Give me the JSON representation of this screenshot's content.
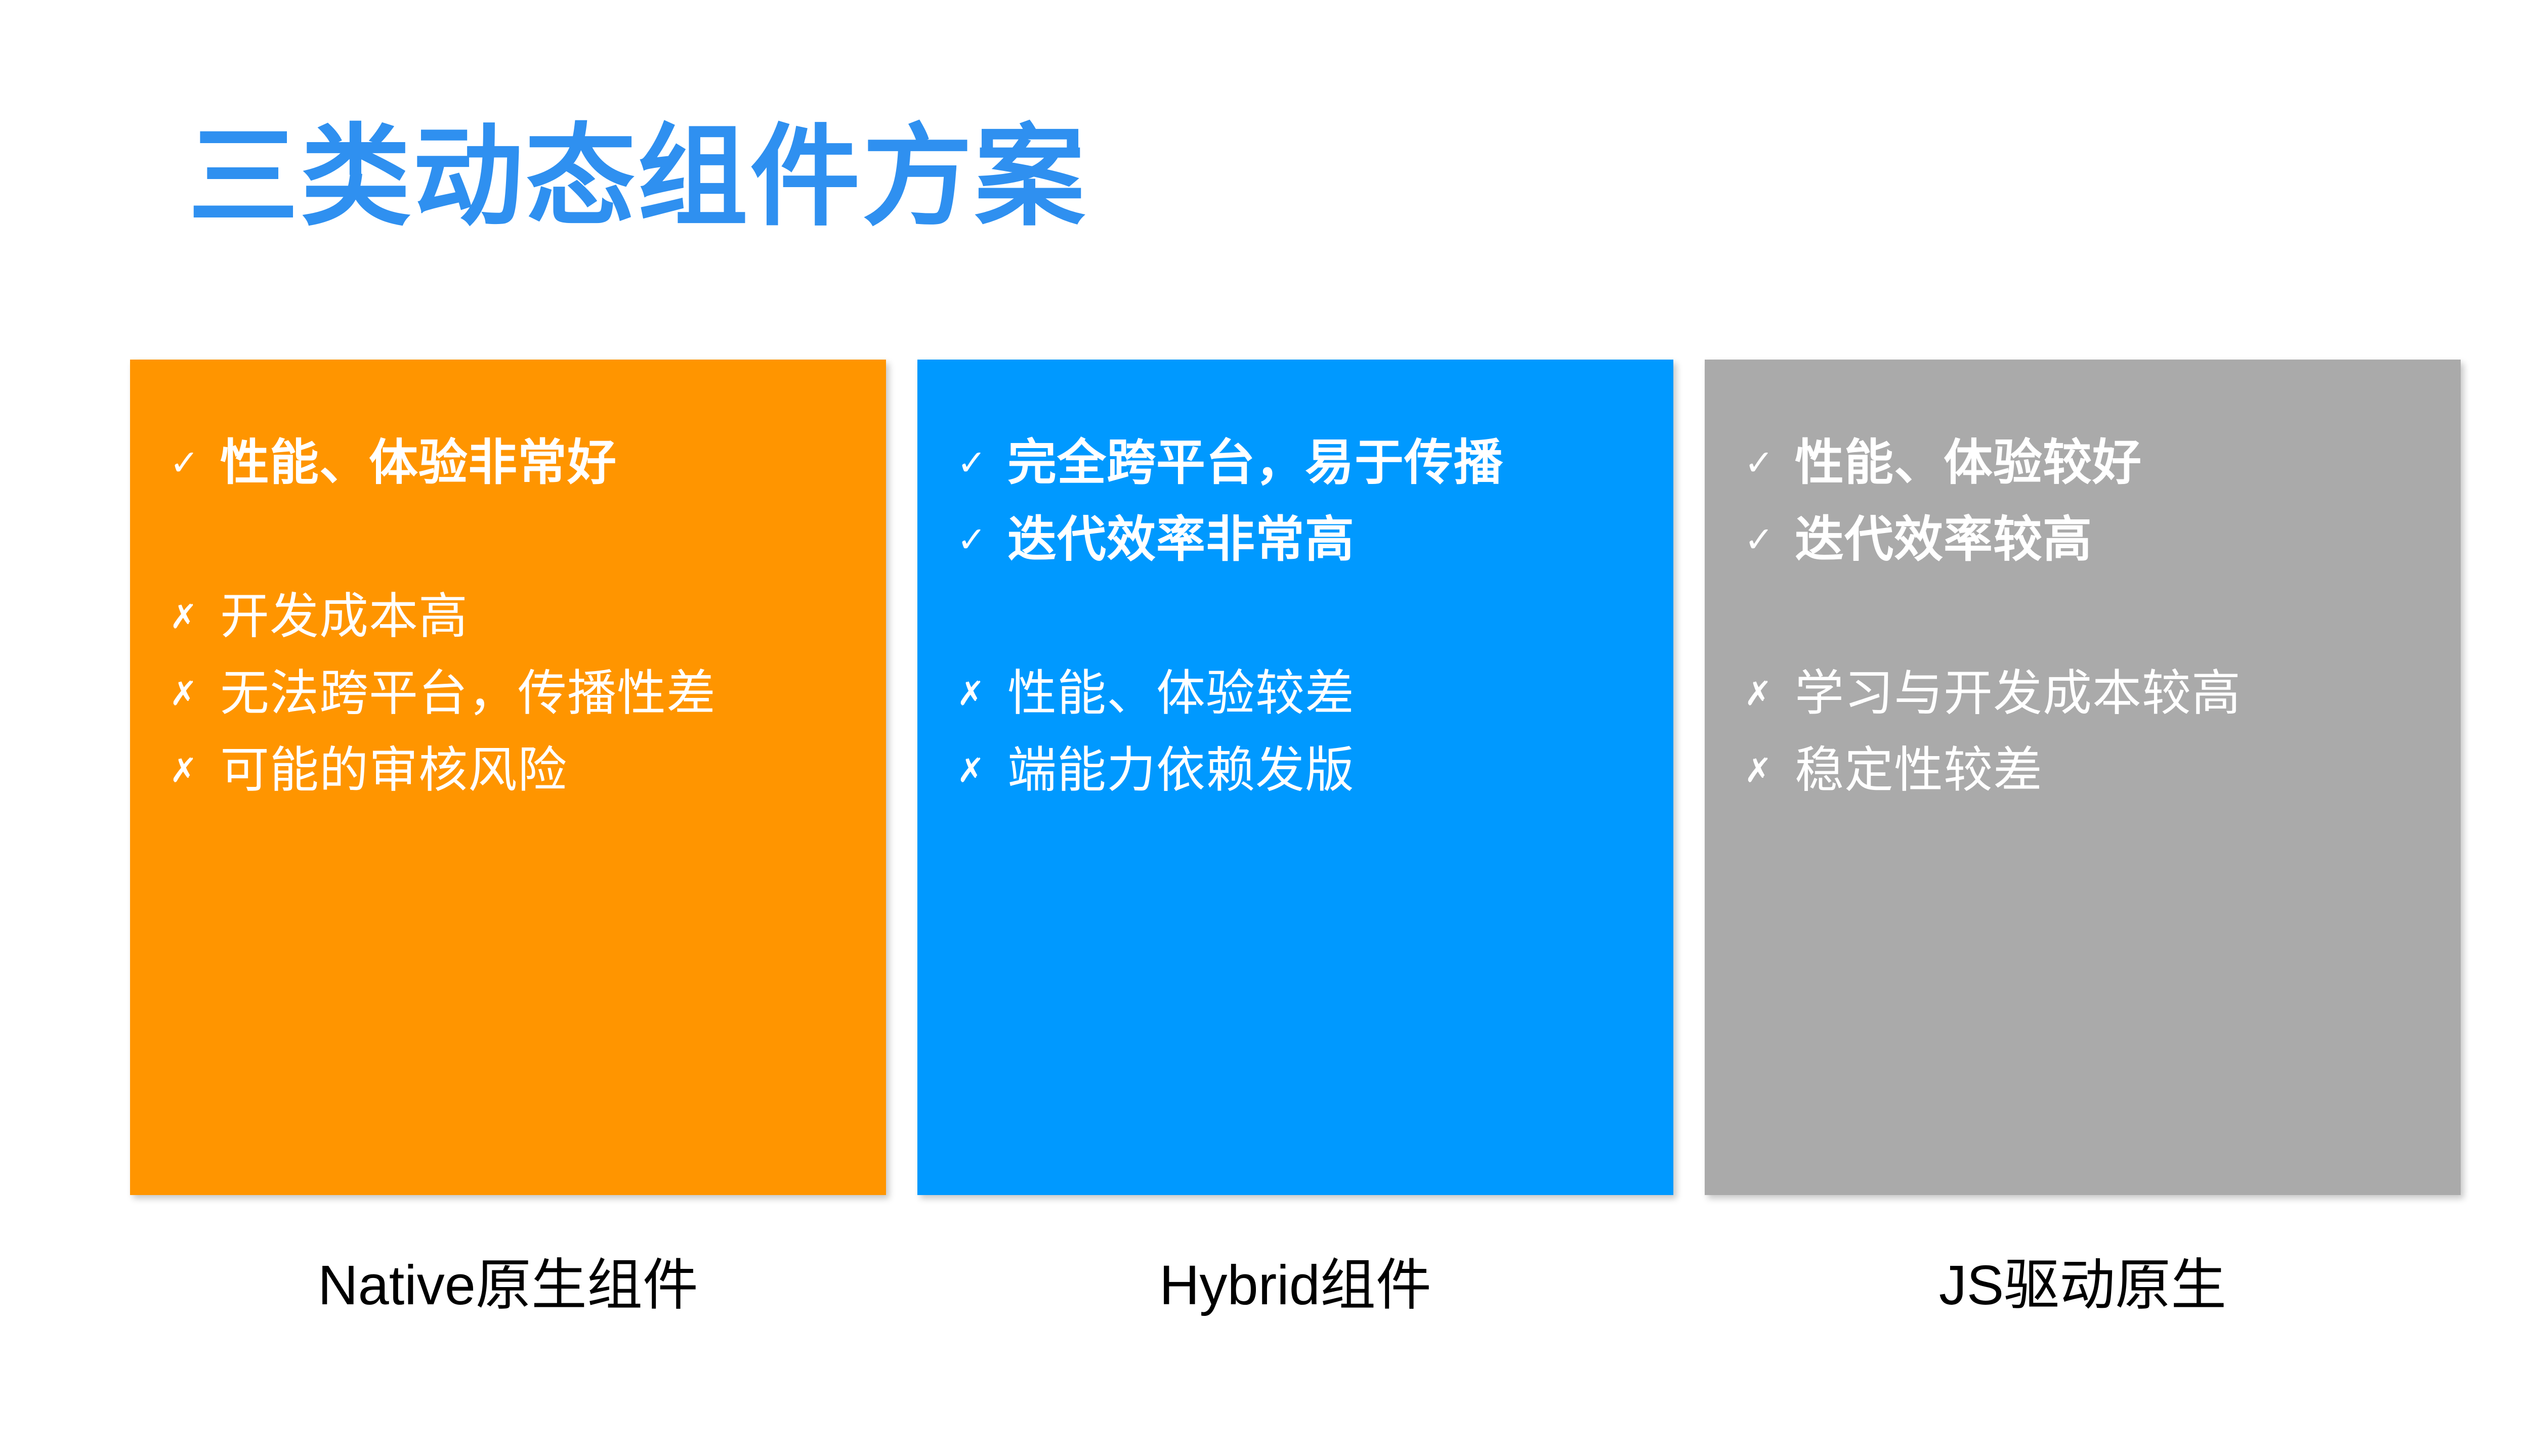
{
  "slide": {
    "title": "三类动态组件方案",
    "title_color": "#2F90F0",
    "background_color": "#FFFFFF"
  },
  "icons": {
    "check": "✓",
    "cross": "✗"
  },
  "cards": [
    {
      "key": "native",
      "color": "#FF9500",
      "caption": "Native原生组件",
      "rows": [
        {
          "type": "pro",
          "mark": "✓",
          "text": "性能、体验非常好"
        },
        {
          "type": "spacer",
          "mark": "",
          "text": ""
        },
        {
          "type": "con",
          "mark": "✗",
          "text": "开发成本高"
        },
        {
          "type": "con",
          "mark": "✗",
          "text": "无法跨平台，传播性差"
        },
        {
          "type": "con",
          "mark": "✗",
          "text": "可能的审核风险"
        }
      ]
    },
    {
      "key": "hybrid",
      "color": "#0099FF",
      "caption": "Hybrid组件",
      "rows": [
        {
          "type": "pro",
          "mark": "✓",
          "text": "完全跨平台，易于传播"
        },
        {
          "type": "pro",
          "mark": "✓",
          "text": "迭代效率非常高"
        },
        {
          "type": "spacer",
          "mark": "",
          "text": ""
        },
        {
          "type": "con",
          "mark": "✗",
          "text": "性能、体验较差"
        },
        {
          "type": "con",
          "mark": "✗",
          "text": "端能力依赖发版"
        }
      ]
    },
    {
      "key": "js-driven-native",
      "color": "#AAAAAA",
      "caption": "JS驱动原生",
      "rows": [
        {
          "type": "pro",
          "mark": "✓",
          "text": "性能、体验较好"
        },
        {
          "type": "pro",
          "mark": "✓",
          "text": "迭代效率较高"
        },
        {
          "type": "spacer",
          "mark": "",
          "text": ""
        },
        {
          "type": "con",
          "mark": "✗",
          "text": "学习与开发成本较高"
        },
        {
          "type": "con",
          "mark": "✗",
          "text": "稳定性较差"
        }
      ]
    }
  ]
}
